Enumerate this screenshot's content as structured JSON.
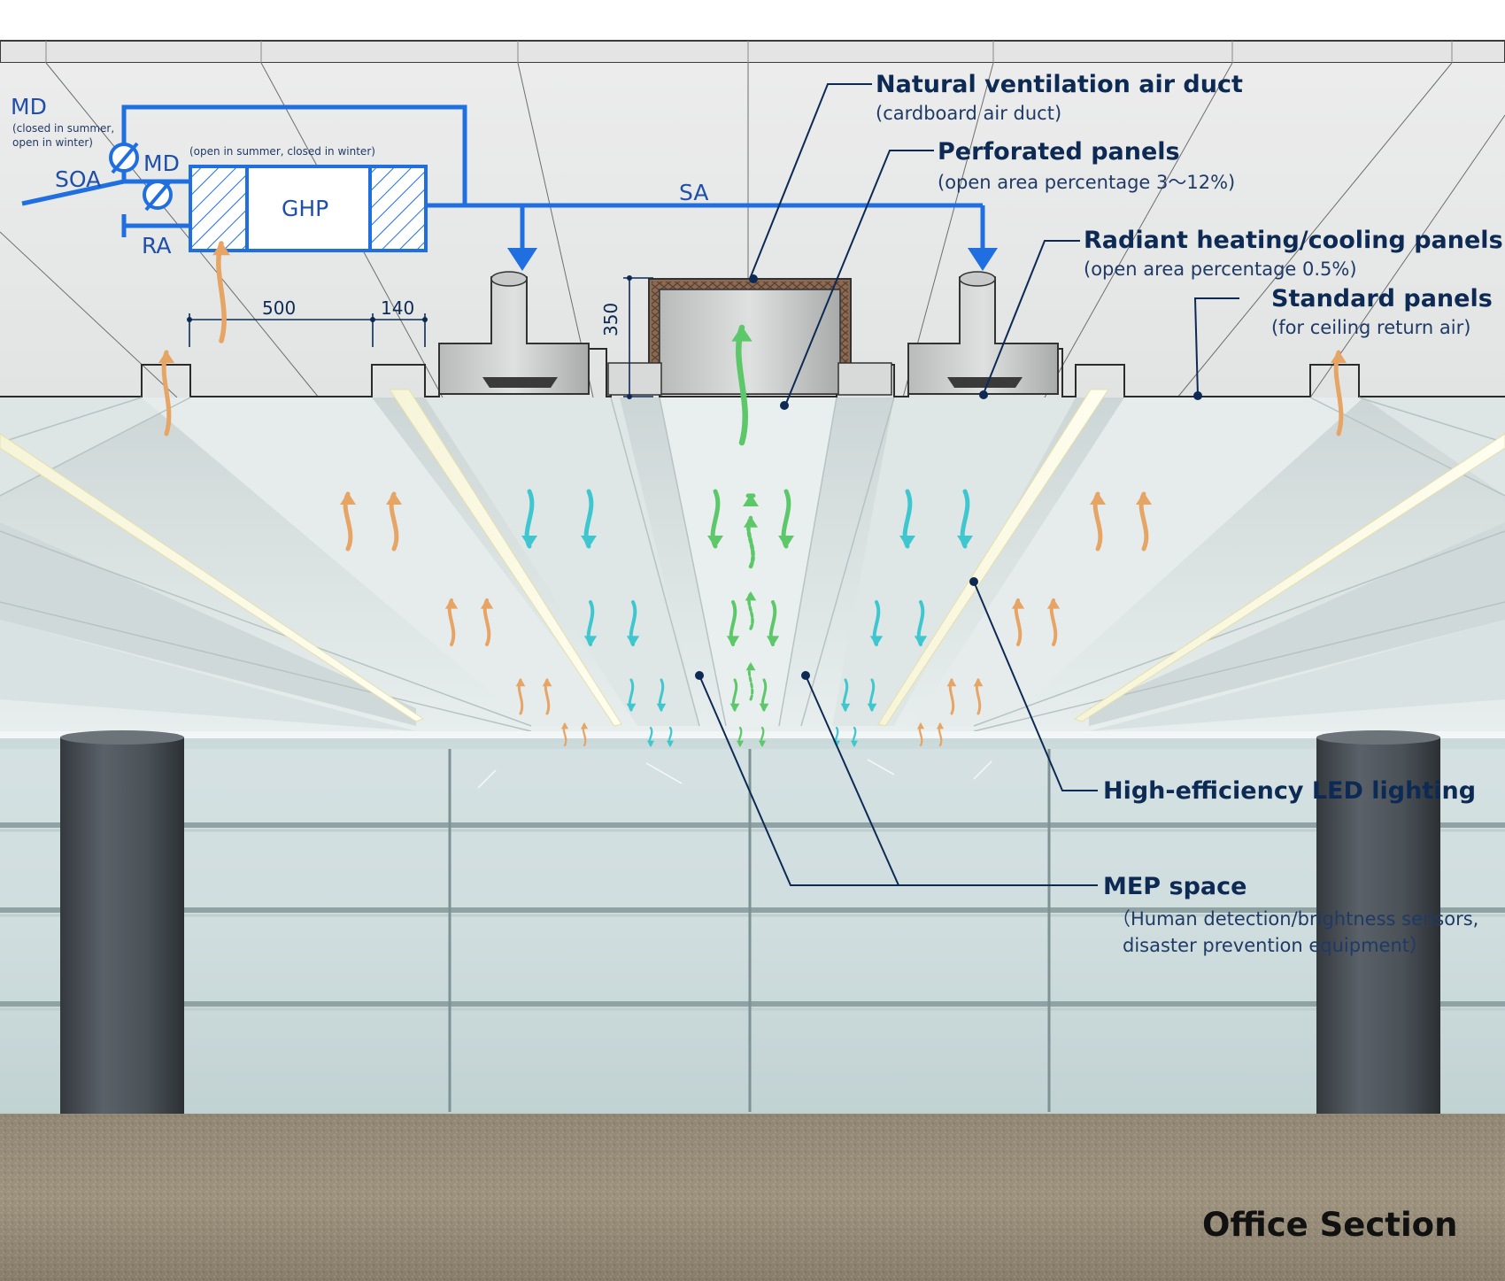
{
  "title": "Office Section",
  "callouts": {
    "natural_duct": {
      "title": "Natural ventilation air duct",
      "sub": "(cardboard air duct)"
    },
    "perforated": {
      "title": "Perforated panels",
      "sub": "(open area percentage 3～12%)"
    },
    "radiant": {
      "title": "Radiant heating/cooling panels",
      "sub": "(open area percentage 0.5%)"
    },
    "standard": {
      "title": "Standard panels",
      "sub": "(for ceiling return air)"
    },
    "led": {
      "title": "High-efficiency LED lighting"
    },
    "mep": {
      "title": "MEP space",
      "sub1": "（Human detection/brightness sensors,",
      "sub2": "disaster prevention equipment）"
    }
  },
  "hvac": {
    "md_left": {
      "label": "MD",
      "note1": "(closed in summer,",
      "note2": "open in winter)"
    },
    "md_right": {
      "label": "MD",
      "note": "(open in summer, closed in winter)"
    },
    "soa": "SOA",
    "ra": "RA",
    "ghp": "GHP",
    "sa": "SA"
  },
  "dimensions": {
    "d500": "500",
    "d140": "140",
    "d350": "350"
  },
  "colors": {
    "duct_blue": "#1f6fe0",
    "navy_text": "#0d2a55",
    "supply_cyan": "#3fc7cf",
    "natural_green": "#5cc86a",
    "return_orange": "#e6a465",
    "ceiling_gray": "#e9ecec",
    "cardboard": "#8a6a55"
  }
}
